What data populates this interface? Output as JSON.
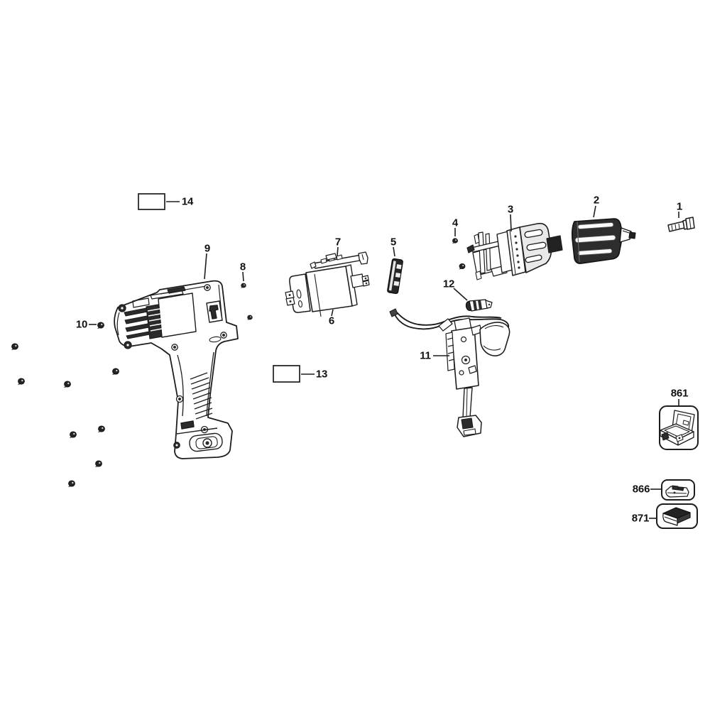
{
  "diagram": {
    "background_color": "#ffffff",
    "line_color": "#1d1d1d",
    "dark_fill_color": "#2b2b2b",
    "callouts": [
      {
        "label": "1"
      },
      {
        "label": "2"
      },
      {
        "label": "3"
      },
      {
        "label": "4"
      },
      {
        "label": "5"
      },
      {
        "label": "6"
      },
      {
        "label": "7"
      },
      {
        "label": "8"
      },
      {
        "label": "9"
      },
      {
        "label": "10"
      },
      {
        "label": "11"
      },
      {
        "label": "12"
      },
      {
        "label": "13"
      },
      {
        "label": "14"
      },
      {
        "label": "861"
      },
      {
        "label": "866"
      },
      {
        "label": "871"
      }
    ]
  }
}
